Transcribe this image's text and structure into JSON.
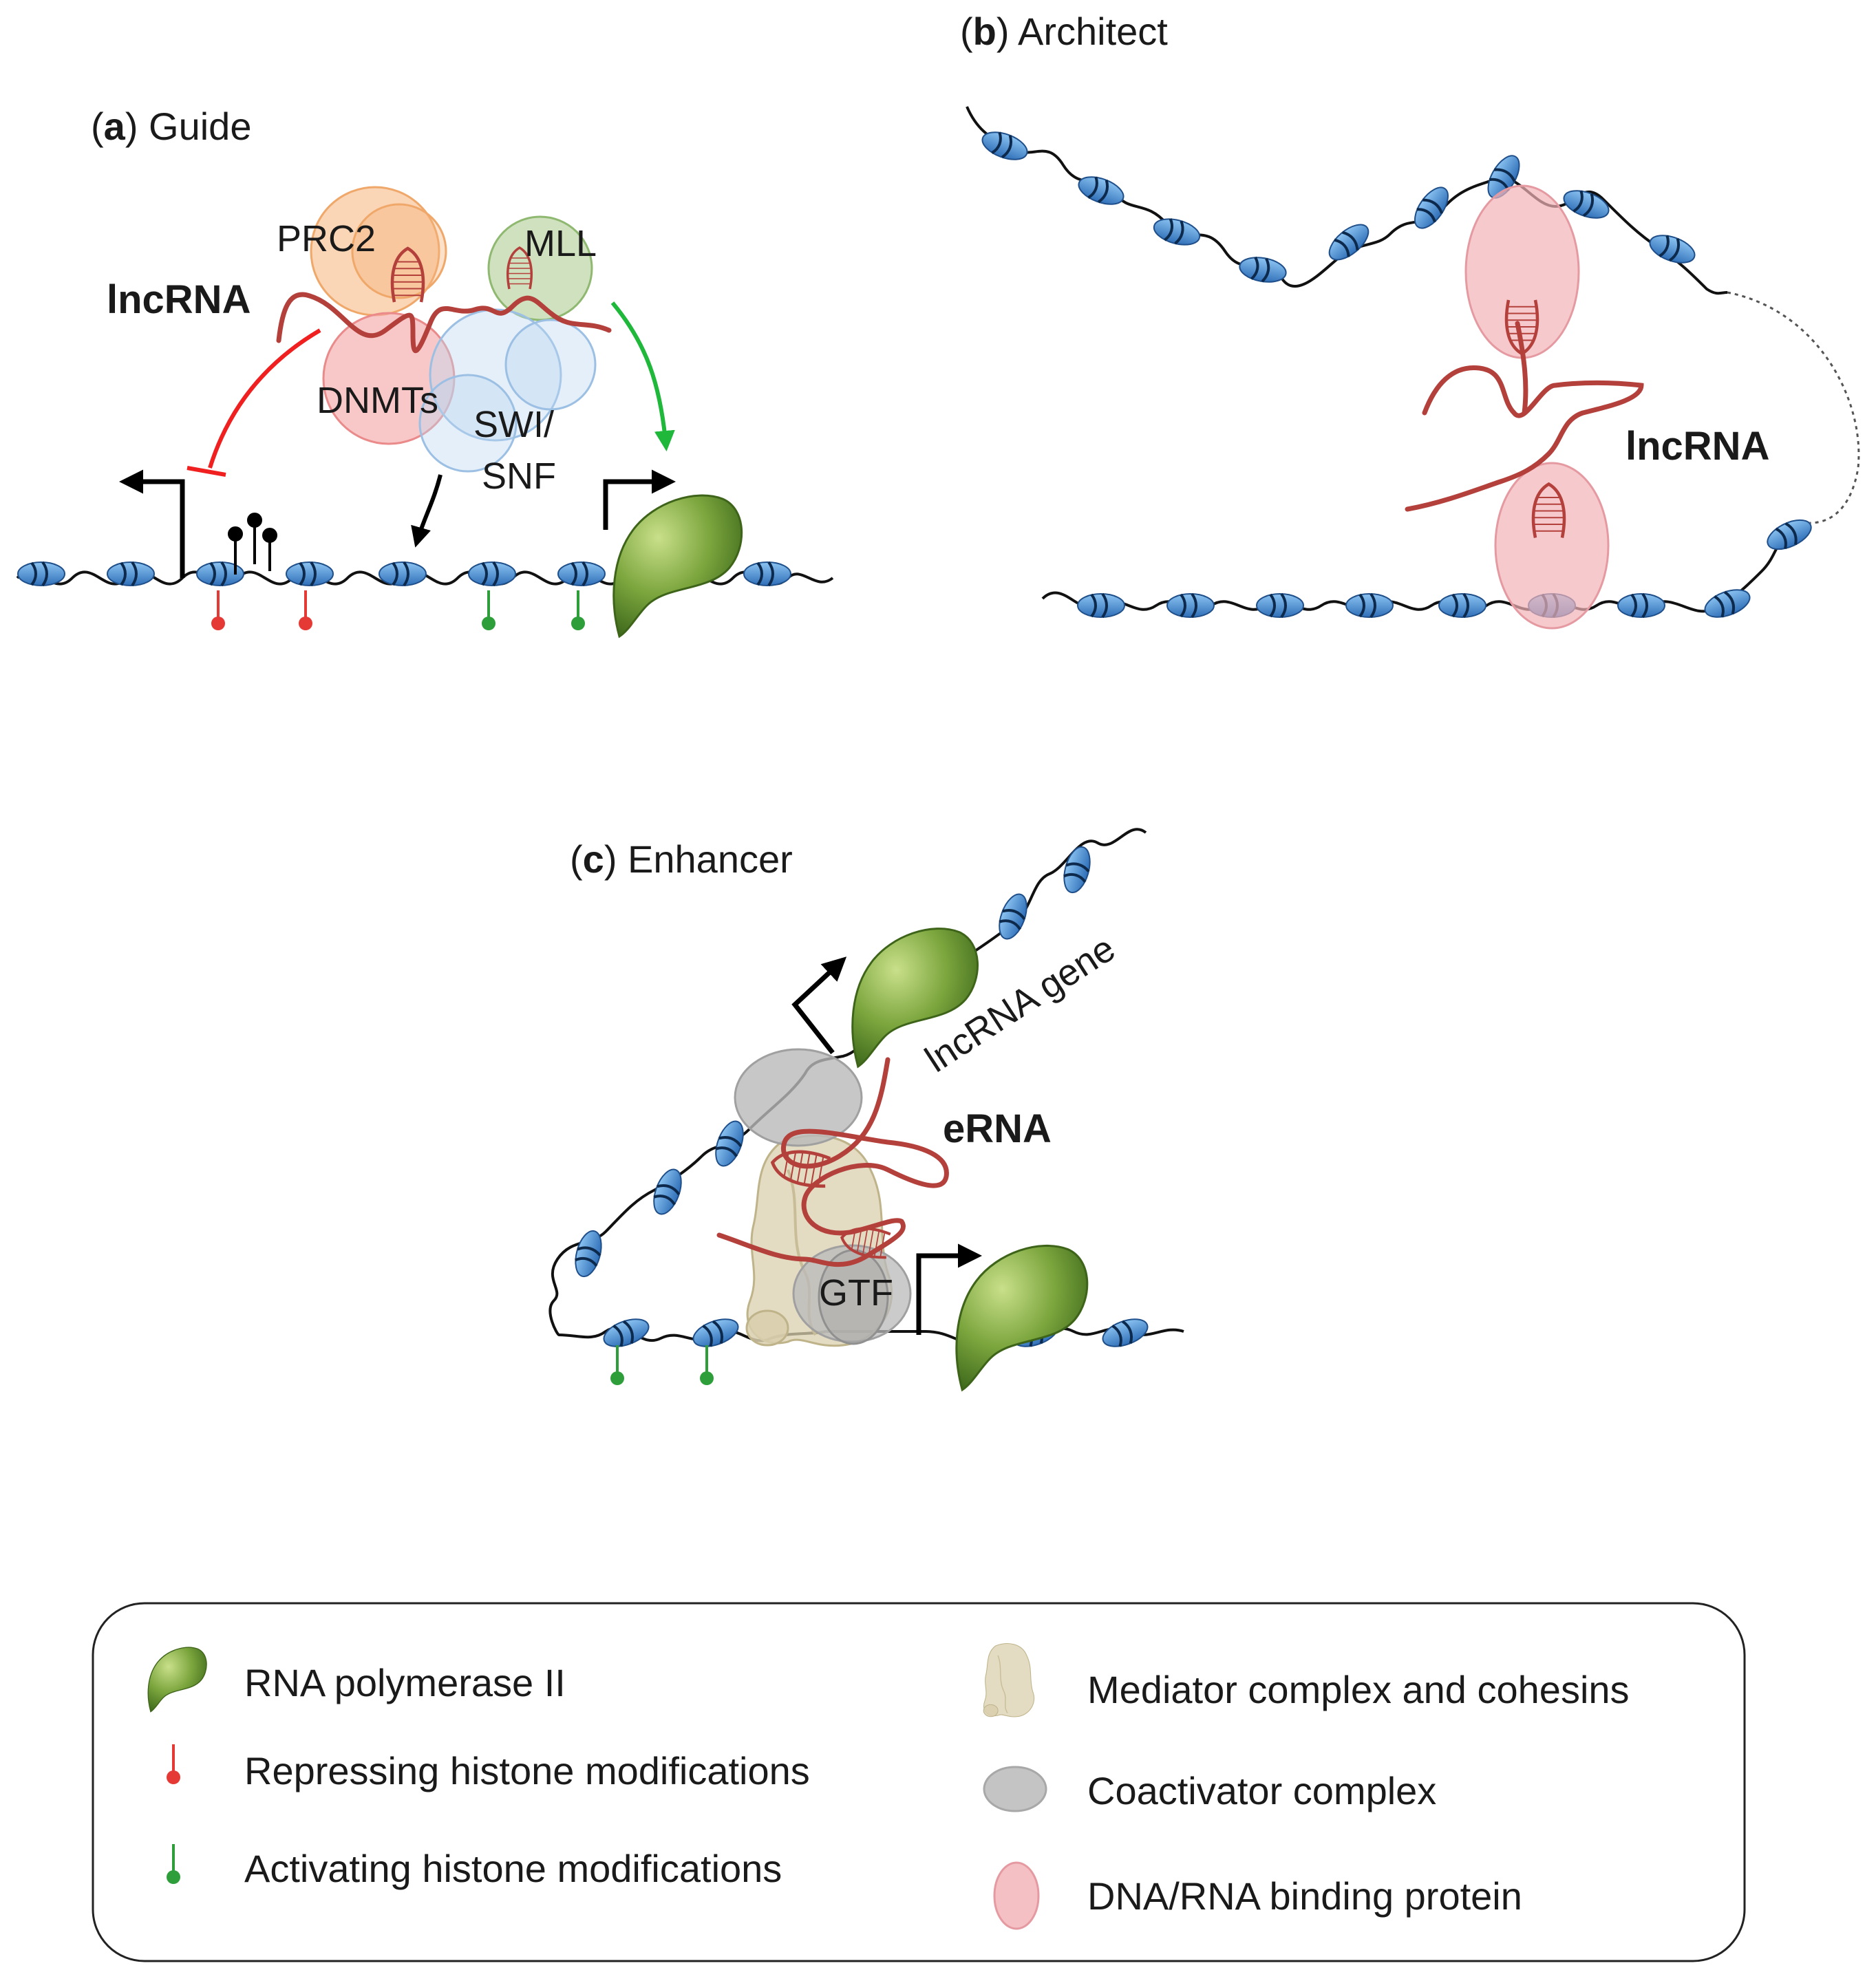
{
  "panels": {
    "a": {
      "letter": "a",
      "title": "Guide",
      "lncrna": "lncRNA",
      "prc2": "PRC2",
      "mll": "MLL",
      "dnmts": "DNMTs",
      "swi_snf_line1": "SWI/",
      "swi_snf_line2": "SNF"
    },
    "b": {
      "letter": "b",
      "title": "Architect",
      "lncrna": "lncRNA"
    },
    "c": {
      "letter": "c",
      "title": "Enhancer",
      "lncrna_gene": "lncRNA gene",
      "erna": "eRNA",
      "gtf": "GTF"
    }
  },
  "legend": {
    "items": [
      {
        "label": "RNA polymerase II",
        "icon": "rna-polymerase-icon"
      },
      {
        "label": "Repressing histone modifications",
        "icon": "repressing-mark-icon"
      },
      {
        "label": "Activating histone modifications",
        "icon": "activating-mark-icon"
      },
      {
        "label": "Mediator complex and cohesins",
        "icon": "mediator-icon"
      },
      {
        "label": "Coactivator complex",
        "icon": "coactivator-icon"
      },
      {
        "label": "DNA/RNA binding protein",
        "icon": "binding-protein-icon"
      }
    ]
  },
  "colors": {
    "nucleosome": "#4a90d9",
    "rna": "#b4403c",
    "polymerase": "#7aa43c",
    "repressing": "#e53935",
    "activating": "#2e9e3a",
    "prc2": "#f5b27a",
    "mll": "#a9c98a",
    "dnmts": "#f3a3a3",
    "swi_snf": "#bcd6f0",
    "coactivator": "#b9b9b9",
    "mediator": "#d9cfae",
    "binding_protein": "#f2b3b8"
  }
}
